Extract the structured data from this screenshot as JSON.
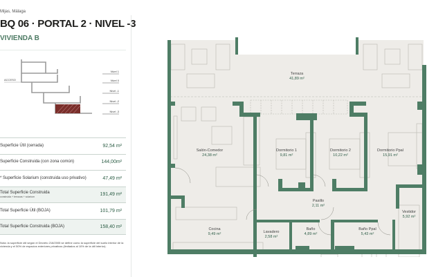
{
  "header": {
    "location": "Mijas, Málaga",
    "title": "BQ 06 · PORTAL 2 · NIVEL -3",
    "subtitle": "VIVIENDA B"
  },
  "section_diagram": {
    "access_label": "ACCESO",
    "levels": [
      "Nivel 1",
      "Nivel 0",
      "Nivel -1",
      "Nivel -2",
      "Nivel -3"
    ],
    "highlighted_level": "Nivel -3",
    "highlight_color": "#7a2e2a"
  },
  "specs": [
    {
      "label": "Superficie Útil (cerrada)",
      "sublabel": "",
      "value": "92,54 m²",
      "shaded": false
    },
    {
      "label": "Superficie Construida (con zona común)",
      "sublabel": "",
      "value": "144,00m²",
      "shaded": false
    },
    {
      "label": "* Superficie Solarium (construida uso privativo)",
      "sublabel": "",
      "value": "47,49 m²",
      "shaded": false
    },
    {
      "label": "Total Superficie Construida",
      "sublabel": "construida + terrazas + solarium",
      "value": "191,49 m²",
      "shaded": true
    },
    {
      "label": "Total Superficie Útil (BOJA)",
      "sublabel": "",
      "value": "101,79 m²",
      "shaded": false
    },
    {
      "label": "Total Superficie Construida (BOJA)",
      "sublabel": "",
      "value": "158,40 m²",
      "shaded": true
    }
  ],
  "footnote": "Nota: la superficie útil según el Decreto 218/2005 se define como la superficie del suelo interior de la vivienda y el 50% de espacios exteriores privativos (limitados al 10% de la útil interior).",
  "plan": {
    "wall_color": "#4e7d65",
    "floor_color": "#eeece8",
    "rooms": [
      {
        "name": "Terraza",
        "area": "41,89 m²"
      },
      {
        "name": "Salón-Comedor",
        "area": "24,38 m²"
      },
      {
        "name": "Dormitorio 1",
        "area": "9,81 m²"
      },
      {
        "name": "Dormitorio 2",
        "area": "10,22 m²"
      },
      {
        "name": "Dormitorio Ppal",
        "area": "15,91 m²"
      },
      {
        "name": "Pasillo",
        "area": "2,11 m²"
      },
      {
        "name": "Vestidor",
        "area": "5,92 m²"
      },
      {
        "name": "Cocina",
        "area": "9,49 m²"
      },
      {
        "name": "Lavadero",
        "area": "2,58 m²"
      },
      {
        "name": "Baño",
        "area": "4,89 m²"
      },
      {
        "name": "Baño Ppal",
        "area": "5,43 m²"
      }
    ]
  }
}
